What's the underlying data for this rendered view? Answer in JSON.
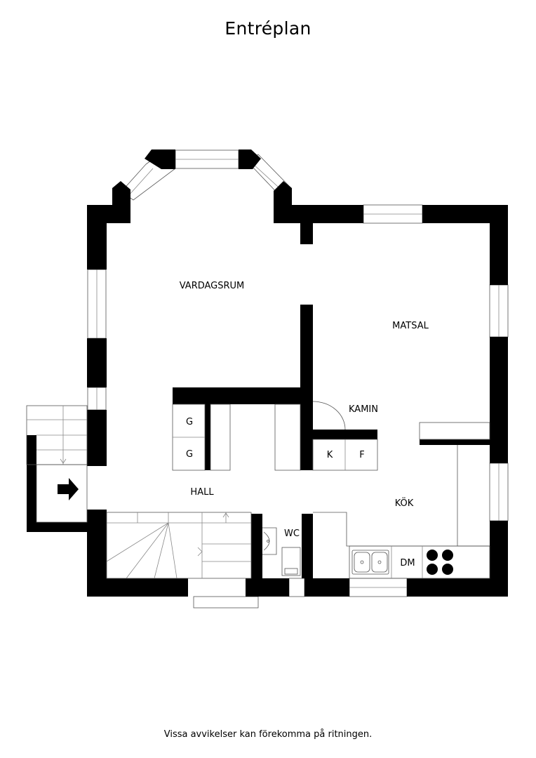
{
  "plan": {
    "title": "Entréplan",
    "disclaimer": "Vissa avvikelser kan förekomma på ritningen."
  },
  "rooms": {
    "vardagsrum": "VARDAGSRUM",
    "matsal": "MATSAL",
    "kamin": "KAMIN",
    "hall": "HALL",
    "kok": "KÖK",
    "wc": "WC",
    "dm": "DM"
  },
  "fixtures": {
    "wardrobe_1": "G",
    "wardrobe_2": "G",
    "fridge": "K",
    "freezer": "F"
  },
  "icons": {
    "entrance": "arrow-right-icon",
    "stove": "stove-icon",
    "sink": "sink-icon",
    "toilet": "toilet-icon"
  }
}
